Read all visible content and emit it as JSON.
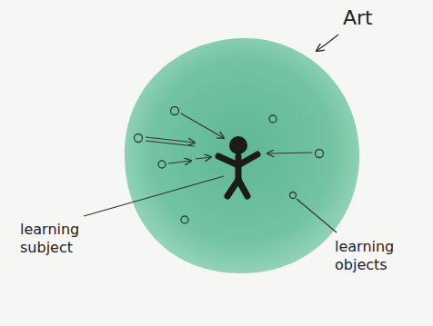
{
  "diagram": {
    "labels": [
      "Art",
      "learning subject",
      "learning objects"
    ]
  }
}
